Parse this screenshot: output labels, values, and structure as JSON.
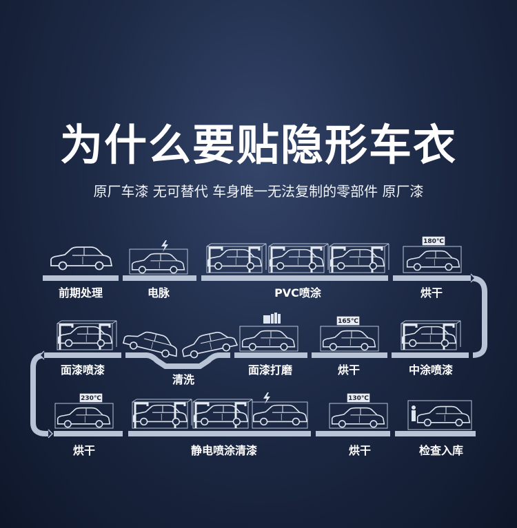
{
  "title": "为什么要贴隐形车衣",
  "subtitle": "原厂车漆 无可替代 车身唯一无法复制的零部件 原厂漆",
  "process": {
    "row1": [
      {
        "label": "前期处理"
      },
      {
        "label": "电脉"
      },
      {
        "label": "PVC喷涂"
      },
      {
        "label": "烘干",
        "temp": "180℃"
      }
    ],
    "row2": [
      {
        "label": "面漆喷漆"
      },
      {
        "label": "清洗"
      },
      {
        "label": "面漆打磨"
      },
      {
        "label": "烘干",
        "temp": "165℃"
      },
      {
        "label": "中涂喷漆"
      }
    ],
    "row3": [
      {
        "label": "烘干",
        "temp": "230℃"
      },
      {
        "label": "静电喷涂清漆"
      },
      {
        "label": "烘干",
        "temp": "130℃"
      },
      {
        "label": "检查入库"
      }
    ]
  },
  "colors": {
    "background": "#1e2b47",
    "track": "#b8c4d6",
    "car": "#dfe5ee"
  }
}
